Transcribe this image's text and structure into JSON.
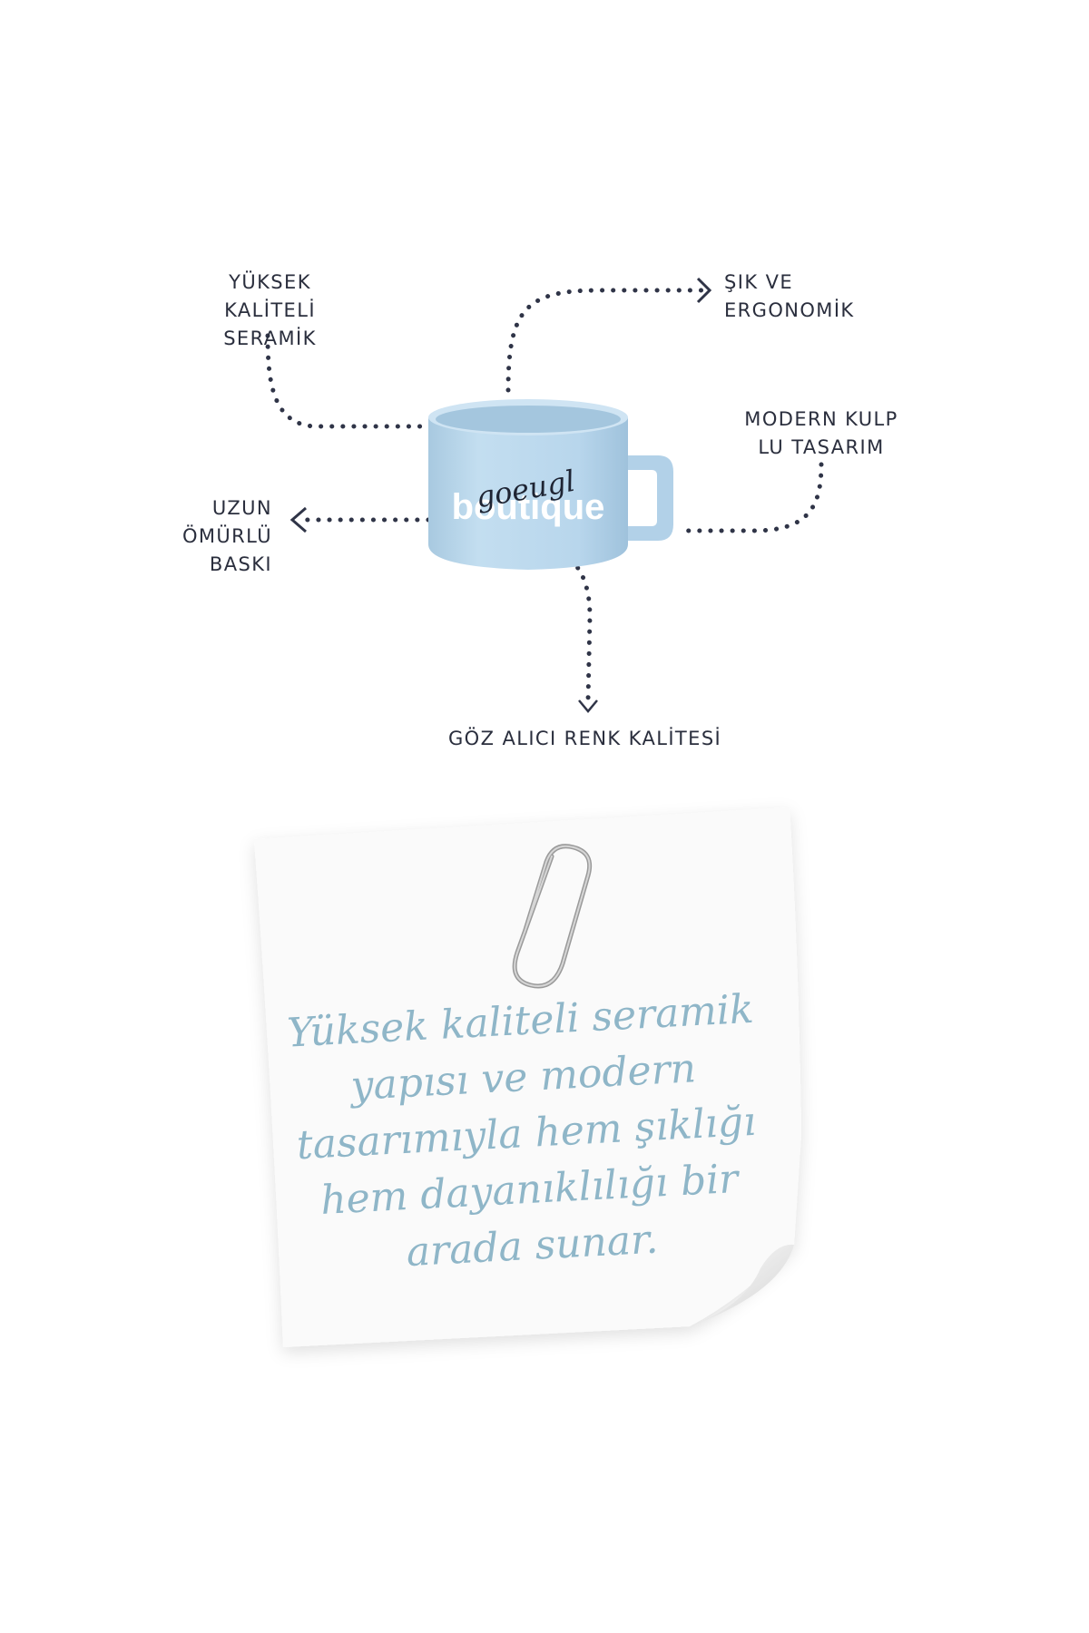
{
  "features": {
    "ceramic": "YÜKSEK KALİTELİ\nSERAMİK",
    "ergonomic": "ŞIK VE\nERGONOMİK",
    "handle": "MODERN KULP\nLU TASARIM",
    "print": "UZUN\nÖMÜRLÜ\nBASKI",
    "color": "GÖZ ALICI RENK KALİTESİ"
  },
  "mug": {
    "brand_script": "goeugl",
    "brand_word": "boutique",
    "color": "#b9d7ec"
  },
  "note": {
    "text": "Yüksek kaliteli seramik yapısı ve modern tasarımıyla hem şıklığı hem dayanıklılığı bir arada sunar."
  },
  "colors": {
    "label": "#2a2e3d",
    "dots": "#2f3447",
    "note_ink": "#8fb6c8"
  }
}
